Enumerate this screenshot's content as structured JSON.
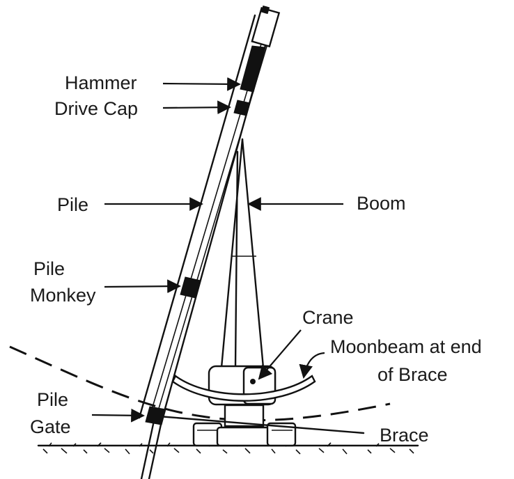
{
  "labels": {
    "hammer": "Hammer",
    "drive_cap": "Drive Cap",
    "pile": "Pile",
    "boom": "Boom",
    "pile_monkey_1": "Pile",
    "pile_monkey_2": "Monkey",
    "crane": "Crane",
    "moonbeam_1": "Moonbeam at end",
    "moonbeam_2": "of Brace",
    "pile_gate_1": "Pile",
    "pile_gate_2": "Gate",
    "brace": "Brace"
  }
}
